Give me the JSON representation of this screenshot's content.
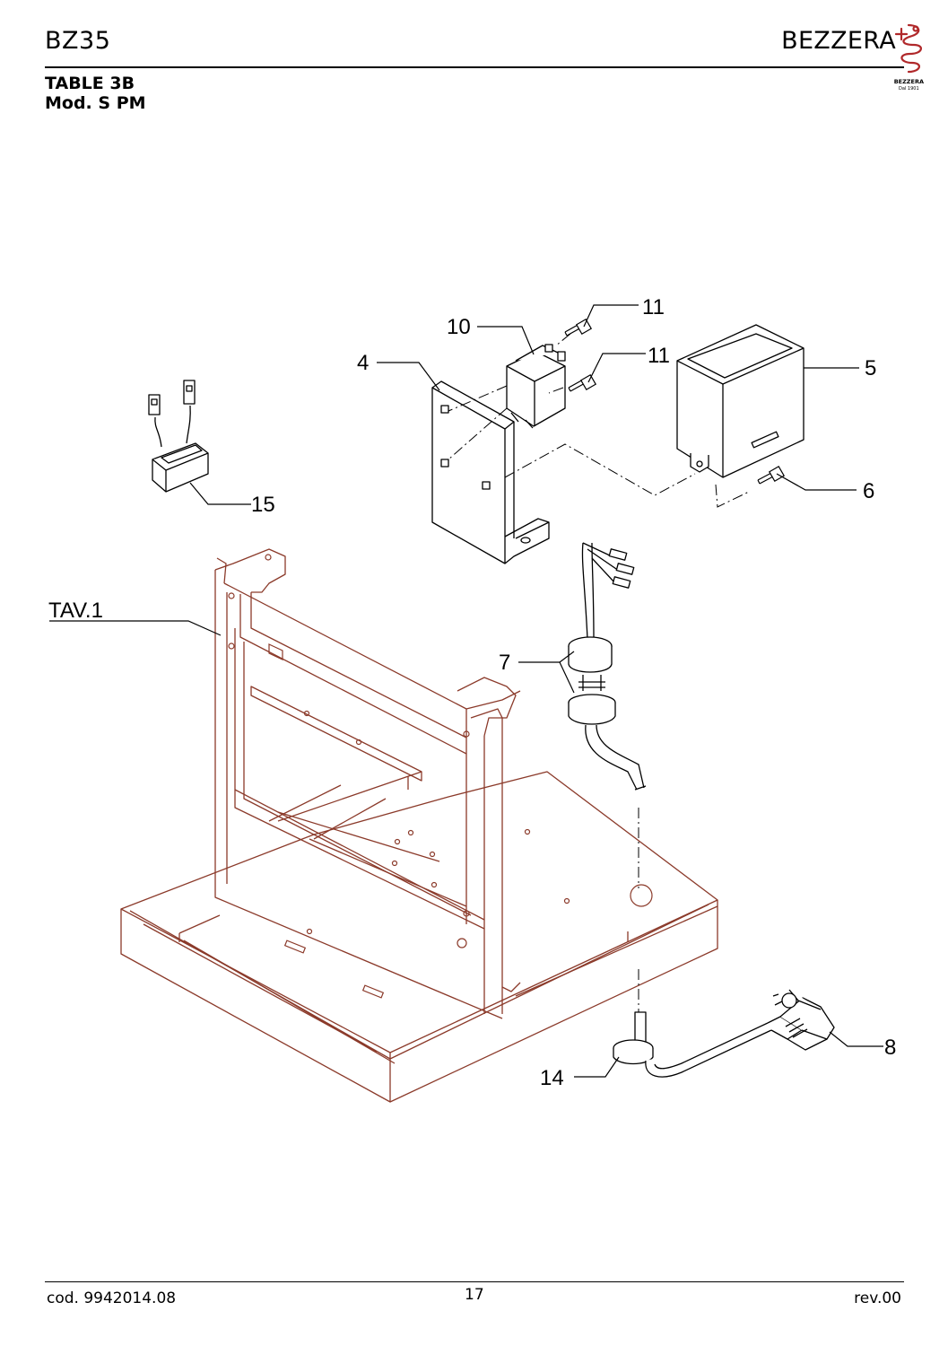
{
  "header": {
    "model": "BZ35",
    "brand": "BEZZERA",
    "logo_text": "BEZZERA",
    "logo_since": "Dal 1901",
    "table_line1": "TABLE 3B",
    "table_line2": "Mod. S PM"
  },
  "callouts": {
    "c4": "4",
    "c5": "5",
    "c6": "6",
    "c7": "7",
    "c8": "8",
    "c10": "10",
    "c11a": "11",
    "c11b": "11",
    "c14": "14",
    "c15": "15",
    "tav": "TAV.1"
  },
  "footer": {
    "code": "cod. 9942014.08",
    "page": "17",
    "revision": "rev.00"
  },
  "colors": {
    "frame": "#8b3a2a",
    "ink": "#000000",
    "logo": "#b0282a"
  }
}
